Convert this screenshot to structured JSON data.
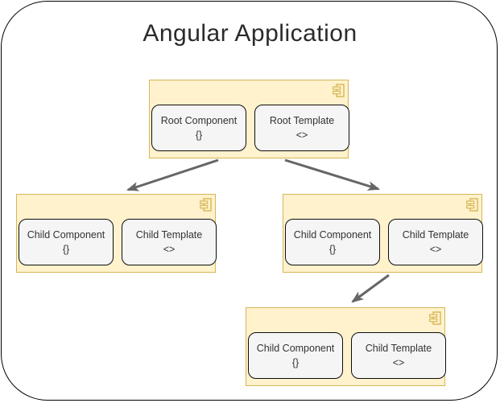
{
  "title": "Angular Application",
  "colors": {
    "container_fill": "#FFF2CC",
    "container_stroke": "#D6B656",
    "node_fill": "#F5F5F5",
    "node_stroke": "#0d0d0d",
    "arrow": "#666666",
    "frame_border": "#000000",
    "text": "#333333",
    "background": "#ffffff"
  },
  "containers": [
    {
      "name": "root",
      "icon": "uml-component-icon",
      "nodes": [
        {
          "label": "Root Component",
          "symbol": "{}"
        },
        {
          "label": "Root Template",
          "symbol": "<>"
        }
      ]
    },
    {
      "name": "child-left",
      "icon": "uml-component-icon",
      "nodes": [
        {
          "label": "Child Component",
          "symbol": "{}"
        },
        {
          "label": "Child Template",
          "symbol": "<>"
        }
      ]
    },
    {
      "name": "child-right",
      "icon": "uml-component-icon",
      "nodes": [
        {
          "label": "Child Component",
          "symbol": "{}"
        },
        {
          "label": "Child Template",
          "symbol": "<>"
        }
      ]
    },
    {
      "name": "child-bottom",
      "icon": "uml-component-icon",
      "nodes": [
        {
          "label": "Child Component",
          "symbol": "{}"
        },
        {
          "label": "Child Template",
          "symbol": "<>"
        }
      ]
    }
  ],
  "edges": [
    {
      "from": "root",
      "to": "child-left"
    },
    {
      "from": "root",
      "to": "child-right"
    },
    {
      "from": "child-right",
      "to": "child-bottom"
    }
  ]
}
